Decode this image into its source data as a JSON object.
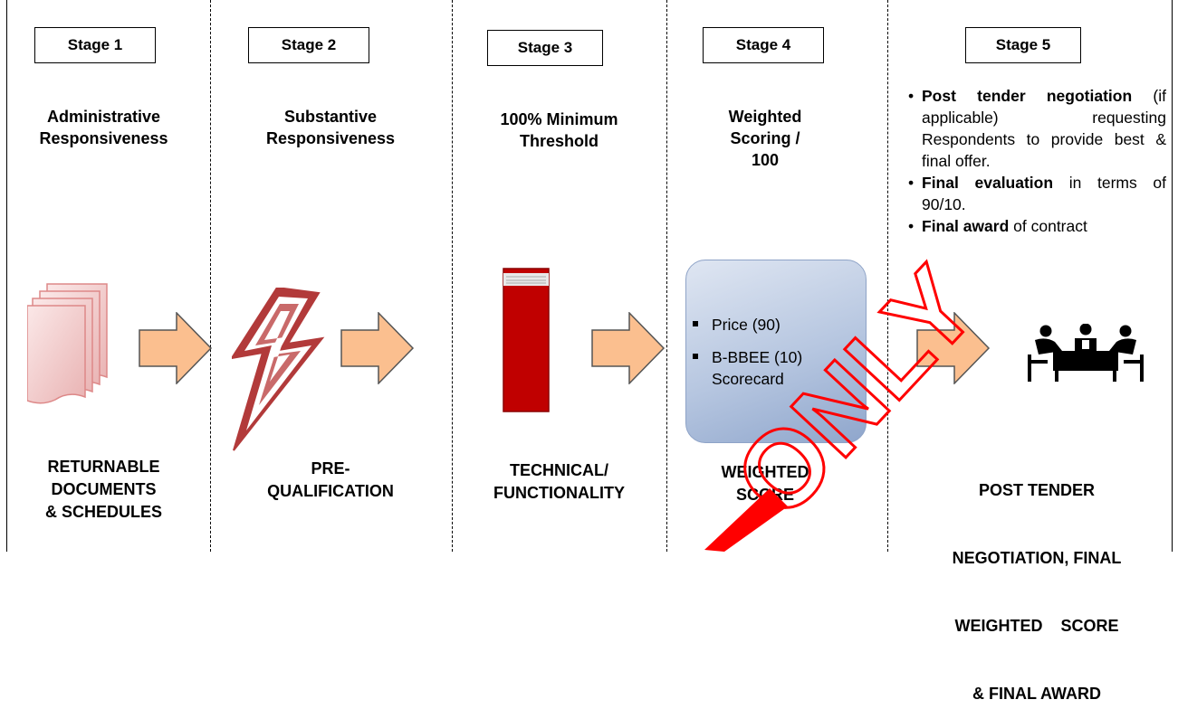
{
  "stages": [
    {
      "label": "Stage 1",
      "heading": [
        "Administrative",
        "Responsiveness"
      ],
      "bottom": [
        "RETURNABLE",
        "DOCUMENTS",
        "& SCHEDULES"
      ],
      "icon": "stacked-documents-icon"
    },
    {
      "label": "Stage 2",
      "heading": [
        "Substantive",
        "Responsiveness"
      ],
      "bottom": [
        "PRE-",
        "QUALIFICATION"
      ],
      "icon": "lightning-bolt-icon"
    },
    {
      "label": "Stage 3",
      "heading": [
        "100% Minimum",
        "Threshold"
      ],
      "bottom": [
        "TECHNICAL/",
        "FUNCTIONALITY"
      ],
      "icon": "red-book-icon"
    },
    {
      "label": "Stage 4",
      "heading": [
        "Weighted",
        "Scoring /",
        "100"
      ],
      "bottom": [
        "WEIGHTED",
        "SCORE"
      ],
      "box_items": [
        "Price (90)",
        "B-BBEE (10)",
        "Scorecard"
      ]
    },
    {
      "label": "Stage 5",
      "bottom": [
        "POST TENDER",
        "NEGOTIATION, FINAL",
        "WEIGHTED    SCORE",
        "& FINAL AWARD"
      ],
      "icon": "meeting-table-icon",
      "bullets": [
        {
          "bold": "Post tender negotiation",
          "text": " (if applicable) requesting Respondents to provide best & final offer."
        },
        {
          "bold": "Final evaluation",
          "text": " in terms of 90/10."
        },
        {
          "bold": "Final award",
          "text": " of contract"
        }
      ]
    }
  ],
  "watermark": "ONLY",
  "colors": {
    "arrow_fill": "#fbbf8f",
    "arrow_stroke": "#555555",
    "book_red": "#c00000",
    "bolt_red": "#b23a3a",
    "docs_pink": "#f2c8c8",
    "watermark_red": "#ff0000",
    "box_blue": "#b6c6e0"
  }
}
